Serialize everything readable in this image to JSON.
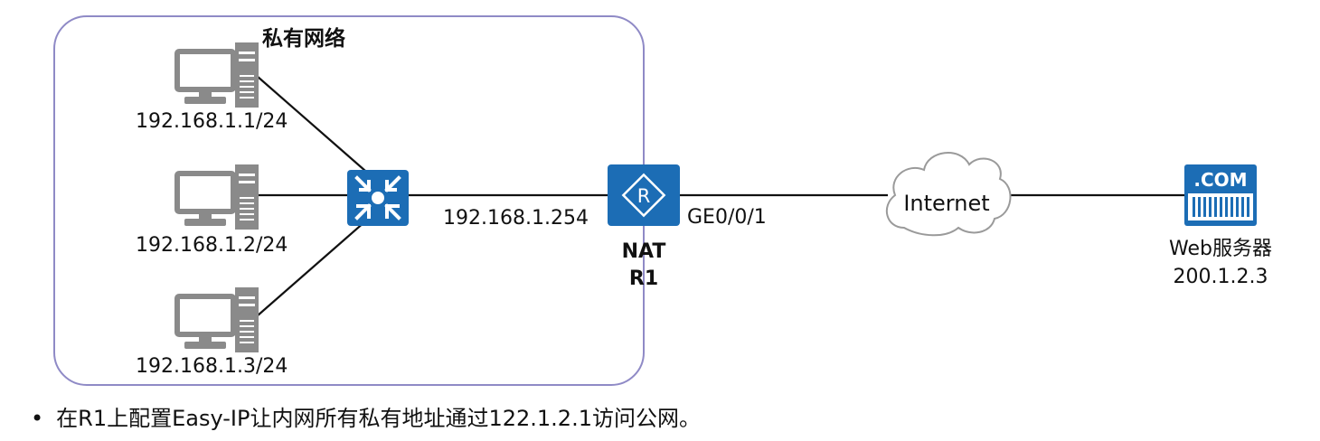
{
  "private_network": {
    "title": "私有网络"
  },
  "hosts": [
    {
      "ip": "192.168.1.1/24"
    },
    {
      "ip": "192.168.1.2/24"
    },
    {
      "ip": "192.168.1.3/24"
    }
  ],
  "switch": {
    "icon": "switch-icon"
  },
  "router": {
    "icon": "router-icon",
    "icon_letter": "R",
    "inside_ip": "192.168.1.254",
    "outside_interface": "GE0/0/1",
    "role": "NAT",
    "name": "R1"
  },
  "internet": {
    "label": "Internet"
  },
  "server": {
    "icon": "web-server-icon",
    "badge": ".COM",
    "label": "Web服务器",
    "ip": "200.1.2.3"
  },
  "note": {
    "bullet": "•",
    "text": "在R1上配置Easy-IP让内网所有私有地址通过122.1.2.1访问公网。"
  },
  "colors": {
    "device_blue": "#1c6db5",
    "border_purple": "#8f8ac6",
    "line": "#111111",
    "pc_gray": "#8a8a8a"
  }
}
